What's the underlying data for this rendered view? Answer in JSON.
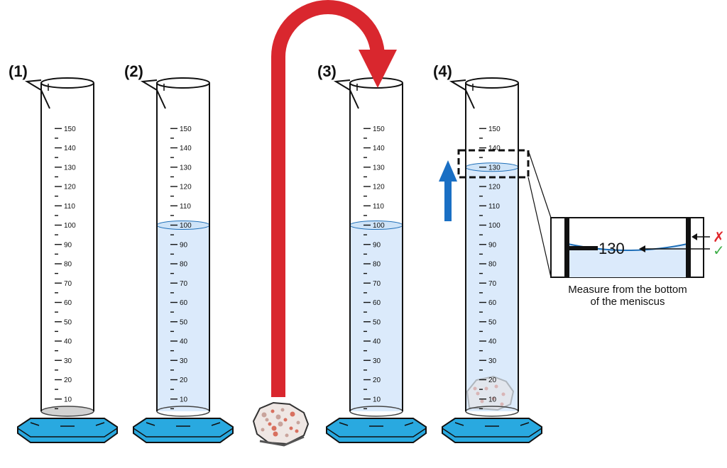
{
  "cylinders": [
    {
      "id": "c1",
      "label": "(1)",
      "water_level_ml": 0,
      "has_rock": false
    },
    {
      "id": "c2",
      "label": "(2)",
      "water_level_ml": 100,
      "has_rock": false
    },
    {
      "id": "c3",
      "label": "(3)",
      "water_level_ml": 100,
      "has_rock": false
    },
    {
      "id": "c4",
      "label": "(4)",
      "water_level_ml": 130,
      "has_rock": true
    }
  ],
  "scale": {
    "min_ml": 0,
    "max_ml": 150,
    "labels": [
      "10",
      "20",
      "30",
      "40",
      "50",
      "60",
      "70",
      "80",
      "90",
      "100",
      "110",
      "120",
      "130",
      "140",
      "150"
    ]
  },
  "zoom": {
    "reading": "130",
    "caption_line1": "Measure from the bottom",
    "caption_line2": "of the meniscus",
    "wrong_mark": "✗",
    "correct_mark": "✓"
  },
  "colors": {
    "water": "#dbeafb",
    "meniscus": "#1f6fb8",
    "base": "#29a9e0",
    "drop_arrow": "#d9272e",
    "rise_arrow": "#1a6fc4",
    "wrong": "#e0262b",
    "correct": "#3fae49"
  },
  "icons": {
    "rock": "rock-icon",
    "drop_arrow": "curved-arrow-down-icon",
    "rise_arrow": "arrow-up-icon"
  }
}
